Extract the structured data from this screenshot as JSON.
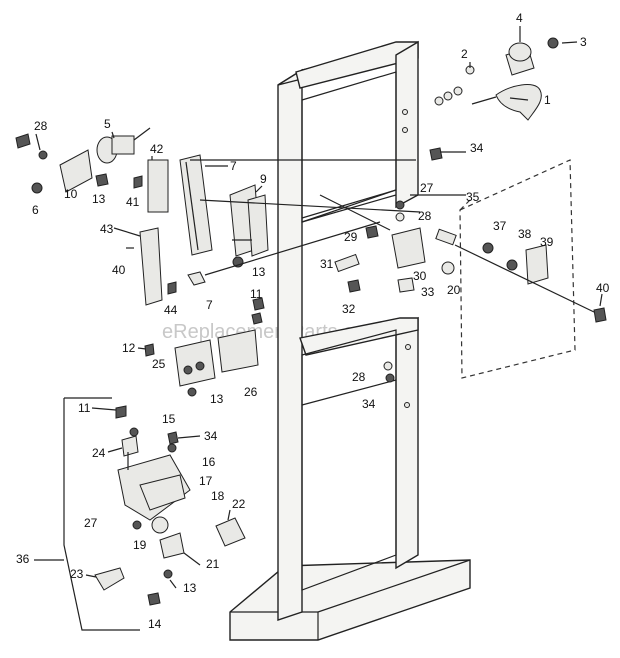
{
  "watermark": "eReplacementParts.com",
  "callouts": [
    "1",
    "2",
    "3",
    "4",
    "5",
    "6",
    "7",
    "7",
    "9",
    "10",
    "11",
    "11",
    "12",
    "13",
    "13",
    "13",
    "13",
    "14",
    "15",
    "16",
    "17",
    "18",
    "19",
    "20",
    "21",
    "22",
    "23",
    "24",
    "25",
    "26",
    "27",
    "27",
    "28",
    "28",
    "28",
    "29",
    "30",
    "31",
    "32",
    "33",
    "34",
    "34",
    "34",
    "35",
    "36",
    "37",
    "38",
    "39",
    "40",
    "41",
    "42",
    "43",
    "44"
  ]
}
